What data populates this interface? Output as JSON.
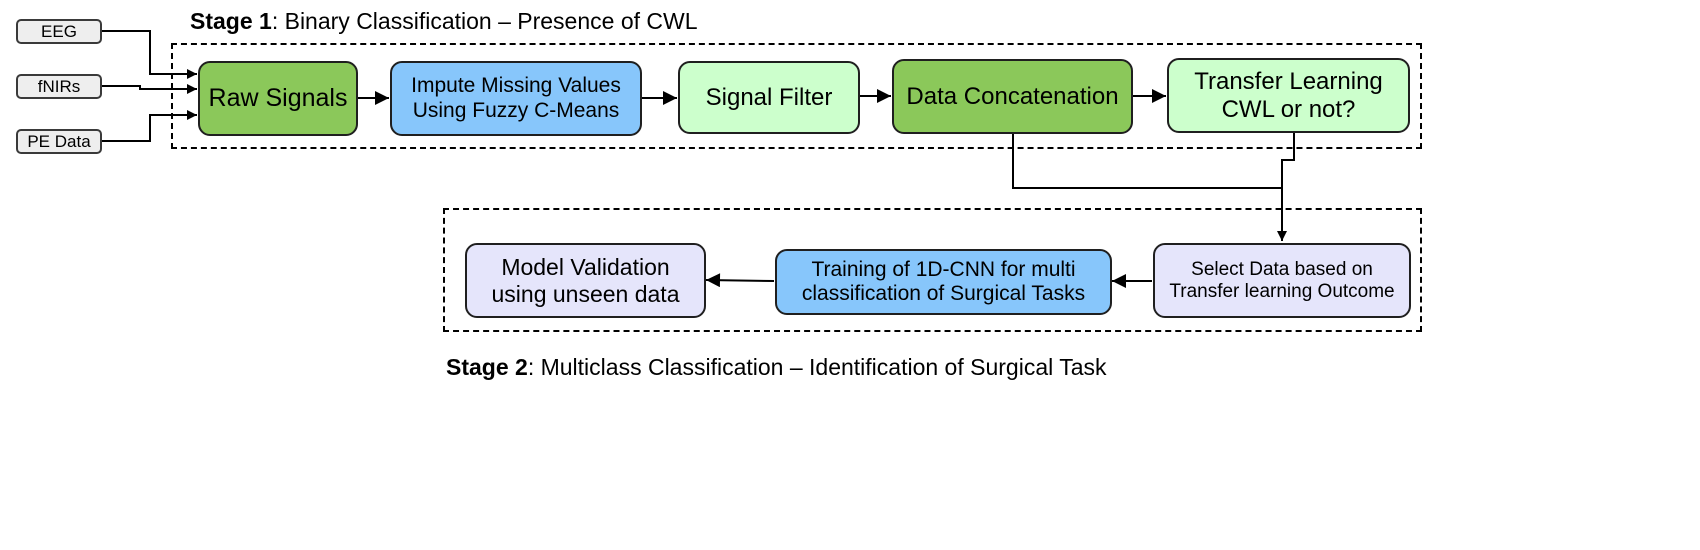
{
  "stage1": {
    "bold": "Stage 1",
    "text": ": Binary Classification – Presence of CWL"
  },
  "stage2": {
    "bold": "Stage 2",
    "text": ": Multiclass Classification – Identification of Surgical Task"
  },
  "inputs": {
    "eeg": "EEG",
    "fnirs": "fNIRs",
    "pe": "PE Data"
  },
  "nodes": {
    "raw_signals": {
      "lines": [
        "Raw Signals"
      ]
    },
    "impute": {
      "lines": [
        "Impute Missing Values",
        "Using Fuzzy C-Means"
      ]
    },
    "signal_filter": {
      "lines": [
        "Signal Filter"
      ]
    },
    "data_concat": {
      "lines": [
        "Data Concatenation"
      ]
    },
    "transfer": {
      "lines": [
        "Transfer Learning",
        "CWL or not?"
      ]
    },
    "select_data": {
      "lines": [
        "Select Data based on",
        "Transfer learning Outcome"
      ]
    },
    "training": {
      "lines": [
        "Training of 1D-CNN for multi",
        "classification of Surgical Tasks"
      ]
    },
    "validation": {
      "lines": [
        "Model Validation",
        "using unseen data"
      ]
    }
  },
  "colors": {
    "dark_green": "#8bc85a",
    "light_green": "#ccffcc",
    "blue": "#87c6fb",
    "lavender": "#e5e5fb",
    "input_gray": "#eeeeee"
  }
}
